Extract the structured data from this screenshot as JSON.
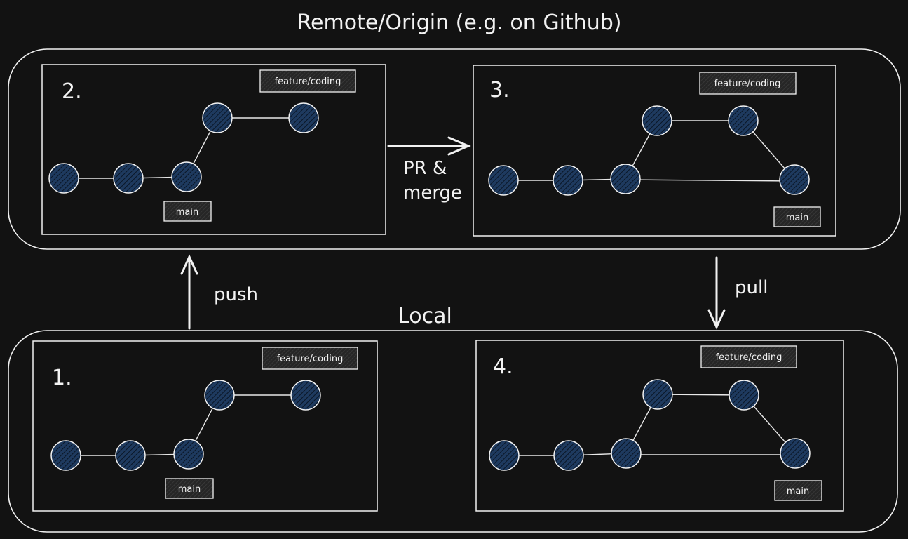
{
  "title_remote": "Remote/Origin (e.g. on Github)",
  "title_local": "Local",
  "labels": {
    "pr_line1": "PR &",
    "pr_line2": "merge",
    "push": "push",
    "pull": "pull"
  },
  "colors": {
    "background": "#121212",
    "stroke": "#f2f2f2",
    "commit_fill": "#1e3a5f",
    "tag_fill": "#2a2a2a"
  },
  "panels": [
    {
      "number": "2.",
      "feature_tag": "feature/coding",
      "main_tag": "main"
    },
    {
      "number": "3.",
      "feature_tag": "feature/coding",
      "main_tag": "main"
    },
    {
      "number": "1.",
      "feature_tag": "feature/coding",
      "main_tag": "main"
    },
    {
      "number": "4.",
      "feature_tag": "feature/coding",
      "main_tag": "main"
    }
  ]
}
